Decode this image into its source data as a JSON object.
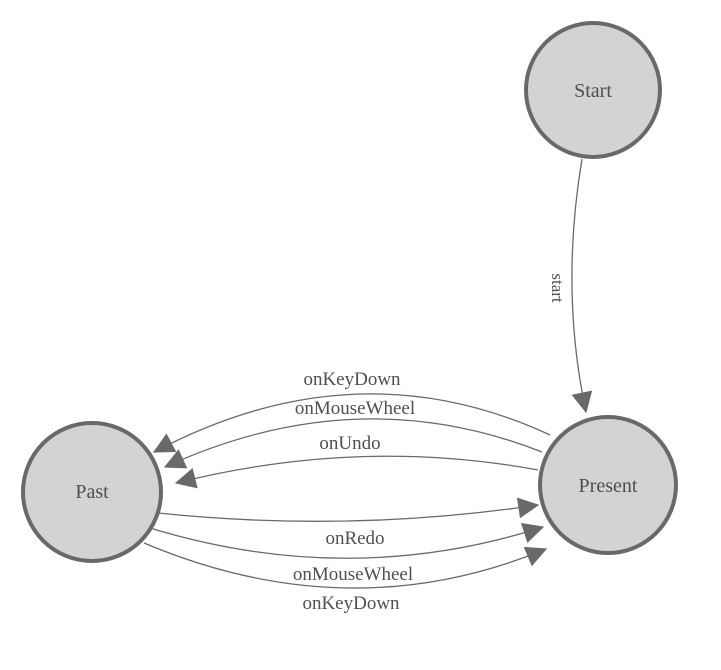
{
  "diagram": {
    "kind": "state-machine",
    "colors": {
      "background": "#ffffff",
      "node_fill": "#d3d3d3",
      "node_stroke": "#696969",
      "edge": "#696969",
      "arrow": "#696969",
      "label": "#4f4f4f"
    },
    "nodes": [
      {
        "id": "start",
        "label": "Start"
      },
      {
        "id": "past",
        "label": "Past"
      },
      {
        "id": "present",
        "label": "Present"
      }
    ],
    "edges": [
      {
        "from": "Start",
        "to": "Present",
        "label": "start"
      },
      {
        "from": "Present",
        "to": "Past",
        "label": "onKeyDown"
      },
      {
        "from": "Present",
        "to": "Past",
        "label": "onMouseWheel"
      },
      {
        "from": "Present",
        "to": "Past",
        "label": "onUndo"
      },
      {
        "from": "Past",
        "to": "Present",
        "label": "onRedo"
      },
      {
        "from": "Past",
        "to": "Present",
        "label": "onMouseWheel"
      },
      {
        "from": "Past",
        "to": "Present",
        "label": "onKeyDown"
      }
    ]
  }
}
